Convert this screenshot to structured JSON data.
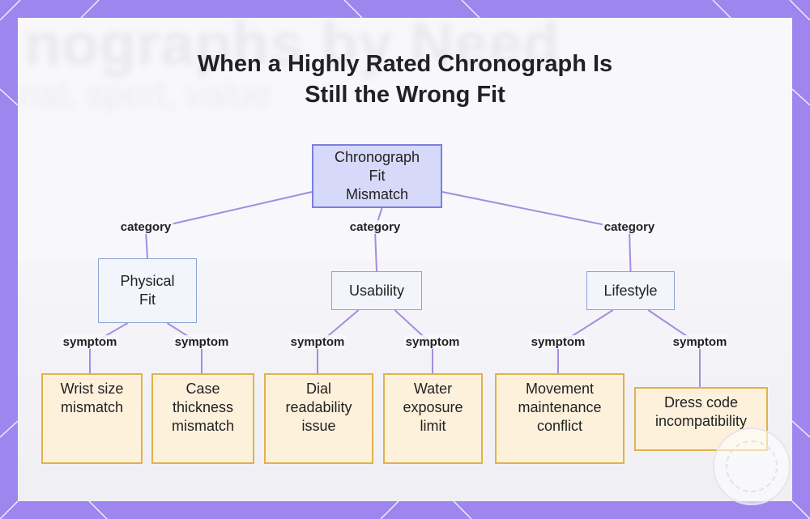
{
  "title": {
    "line1": "When a Highly Rated Chronograph Is",
    "line2": "Still the Wrong Fit"
  },
  "background_text": {
    "heading": "nographs by Need",
    "subheading": "nal, sport, value"
  },
  "diagram": {
    "root": {
      "lines": [
        "Chronograph",
        "Fit",
        "Mismatch"
      ]
    },
    "categories": [
      {
        "lines": [
          "Physical",
          "Fit"
        ],
        "edge_label": "category",
        "symptoms": [
          {
            "lines": [
              "Wrist size",
              "mismatch"
            ],
            "edge_label": "symptom"
          },
          {
            "lines": [
              "Case",
              "thickness",
              "mismatch"
            ],
            "edge_label": "symptom"
          }
        ]
      },
      {
        "lines": [
          "Usability"
        ],
        "edge_label": "category",
        "symptoms": [
          {
            "lines": [
              "Dial",
              "readability",
              "issue"
            ],
            "edge_label": "symptom"
          },
          {
            "lines": [
              "Water",
              "exposure",
              "limit"
            ],
            "edge_label": "symptom"
          }
        ]
      },
      {
        "lines": [
          "Lifestyle"
        ],
        "edge_label": "category",
        "symptoms": [
          {
            "lines": [
              "Movement",
              "maintenance",
              "conflict"
            ],
            "edge_label": "symptom"
          },
          {
            "lines": [
              "Dress code",
              "incompatibility"
            ],
            "edge_label": "symptom"
          }
        ]
      }
    ]
  },
  "colors": {
    "frame": "#9f86ee",
    "edge": "#a48ce0",
    "root_fill": "#d7d9fb",
    "root_border": "#7a7fe2",
    "category_fill": "#f3f5fd",
    "category_border": "#8aa1d8",
    "symptom_fill": "#fdf1dc",
    "symptom_border": "#e0b24a"
  },
  "icons": [
    "watermark-seal-icon"
  ]
}
